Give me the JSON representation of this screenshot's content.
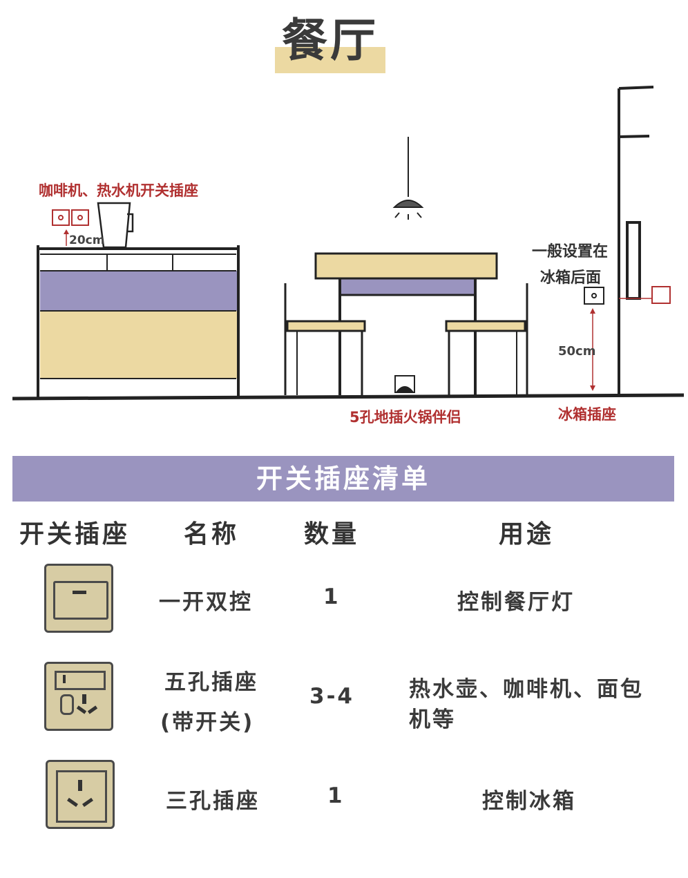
{
  "title": "餐厅",
  "diagram": {
    "coffee_socket_label": "咖啡机、热水机开关插座",
    "coffee_height": "20cm",
    "fridge_note_line1": "一般设置在",
    "fridge_note_line2": "冰箱后面",
    "fridge_height": "50cm",
    "fridge_socket_label": "冰箱插座",
    "floor_socket_label": "5孔地插火锅伴侣"
  },
  "list": {
    "banner": "开关插座清单",
    "headers": [
      "开关插座",
      "名称",
      "数量",
      "用途"
    ],
    "rows": [
      {
        "icon": "single-switch-icon",
        "name_line1": "一开双控",
        "name_line2": "",
        "qty": "1",
        "use_line1": "控制餐厅灯",
        "use_line2": ""
      },
      {
        "icon": "five-hole-socket-with-switch-icon",
        "name_line1": "五孔插座",
        "name_line2": "(带开关)",
        "qty": "3-4",
        "use_line1": "热水壶、咖啡机、面包",
        "use_line2": "机等"
      },
      {
        "icon": "three-hole-socket-icon",
        "name_line1": "三孔插座",
        "name_line2": "",
        "qty": "1",
        "use_line1": "控制冰箱",
        "use_line2": ""
      }
    ]
  },
  "colors": {
    "purple": "#9a94bf",
    "sand": "#ecd9a2",
    "icon_bg": "#d7cca4",
    "annotation_red": "#b03030"
  }
}
